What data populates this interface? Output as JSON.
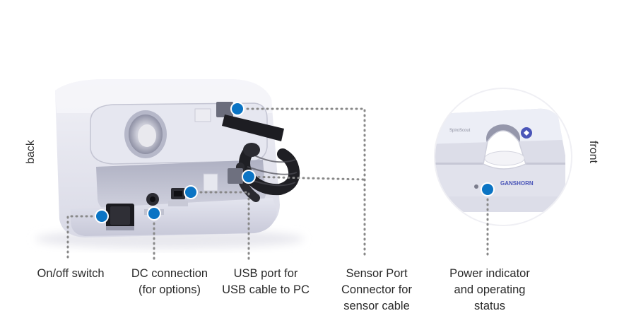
{
  "side_labels": {
    "back": "back",
    "front": "front"
  },
  "callouts": {
    "onoff": "On/off switch",
    "dc": "DC connection\n(for options)",
    "usb": "USB port for\nUSB cable to PC",
    "sensor": "Sensor Port\nConnector for\nsensor cable",
    "power": "Power indicator\nand operating\nstatus"
  },
  "device_text": {
    "model": "SpiroScout",
    "brand": "GANSHORN"
  },
  "colors": {
    "marker": "#0b74c4",
    "leader": "#888888",
    "device_body": "#dfe0ea",
    "device_shadow": "#a9abbd"
  }
}
